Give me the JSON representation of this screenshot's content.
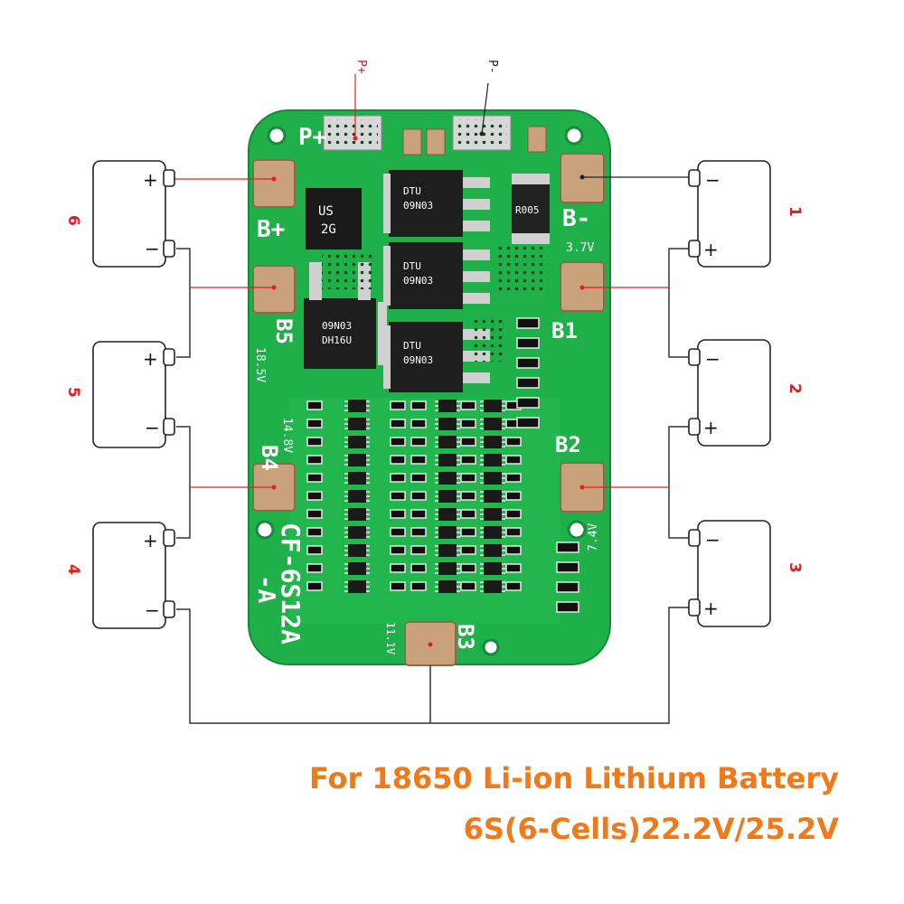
{
  "colors": {
    "pcb": "#20b04a",
    "wire": "#333333",
    "accent_red": "#e02020",
    "caption": "#f07a1a",
    "pad": "#c9a27c"
  },
  "connectors": {
    "p_plus": "P+",
    "p_minus": "P-"
  },
  "cells": {
    "left": [
      {
        "number": "6",
        "plus": "+",
        "minus": "−"
      },
      {
        "number": "5",
        "plus": "+",
        "minus": "−"
      },
      {
        "number": "4",
        "plus": "+",
        "minus": "−"
      }
    ],
    "right": [
      {
        "number": "1",
        "plus": "+",
        "minus": "−"
      },
      {
        "number": "2",
        "plus": "+",
        "minus": "−"
      },
      {
        "number": "3",
        "plus": "+",
        "minus": "−"
      }
    ]
  },
  "board": {
    "pads": {
      "b_plus": "B+",
      "b_minus": "B-",
      "b1": "B1",
      "b2": "B2",
      "b3": "B3",
      "b4": "B4",
      "b5": "B5"
    },
    "silkscreen": {
      "p_plus": "P+",
      "v_b1": "3.7V",
      "v_b5": "18.5V",
      "v_b4": "14.8V",
      "v_b3": "11.1V",
      "v_b2": "7.4V"
    },
    "model": "CF-6S12A",
    "model_suffix": "-A",
    "chips": {
      "mosfet": "DTU",
      "mosfet_code": "09N03",
      "mosfet_code2": "DH16U",
      "regulator_1": "US",
      "regulator_2": "2G",
      "resistor": "R005"
    }
  },
  "caption": {
    "line1": "For 18650 Li-ion Lithium Battery",
    "line2": "6S(6-Cells)22.2V/25.2V"
  }
}
